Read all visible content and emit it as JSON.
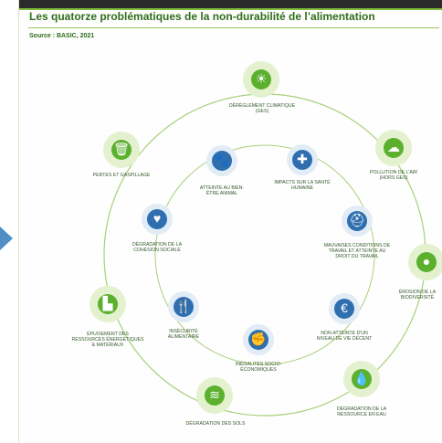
{
  "title": "Les quatorze problématiques de la non-durabilité de l’alimentation",
  "source": "Source : BASIC, 2021",
  "colors": {
    "outer_node": "#5bb02e",
    "outer_halo": "#e3f1cf",
    "inner_node": "#2f6fb0",
    "inner_halo": "#e2ecf6",
    "ring": "#a8d07a"
  },
  "outer": [
    {
      "label": "DÉRÈGLEMENT CLIMATIQUE (GES)",
      "icon": "sun-cloud-icon"
    },
    {
      "label": "POLLUTION DE L'AIR (HORS GES)",
      "icon": "cloud-icon"
    },
    {
      "label": "ÉROSION DE LA BIODIVERSITÉ",
      "icon": "kiwi-bird-icon"
    },
    {
      "label": "DÉGRADATION DE LA RESSOURCE EN EAU",
      "icon": "water-drop-icon"
    },
    {
      "label": "DÉGRADATION DES SOLS",
      "icon": "soil-layers-icon"
    },
    {
      "label": "ÉPUISEMENT DES RESSOURCES ÉNERGÉTIQUES & MATÉRIAUX",
      "icon": "factory-icon"
    },
    {
      "label": "PERTES ET GASPILLAGE",
      "icon": "trash-icon"
    }
  ],
  "inner": [
    {
      "label": "ATTEINTE AU BIEN-ÊTRE ANIMAL",
      "icon": "paw-icon"
    },
    {
      "label": "IMPACTS SUR LA SANTÉ HUMAINE",
      "icon": "medical-kit-icon"
    },
    {
      "label": "MAUVAISES CONDITIONS DE TRAVAIL ET ATTEINTE AU DROIT DU TRAVAIL",
      "icon": "worker-icon"
    },
    {
      "label": "NON-ATTEINTE D'UN NIVEAU DE VIE DÉCENT",
      "icon": "euro-icon"
    },
    {
      "label": "INÉGALITÉS SOCIO-ÉCONOMIQUES",
      "icon": "raised-fist-icon"
    },
    {
      "label": "INSÉCURITÉ ALIMENTAIRE",
      "icon": "fork-knife-icon"
    },
    {
      "label": "DÉGRADATION DE LA COHÉSION SOCIALE",
      "icon": "broken-heart-icon"
    }
  ]
}
